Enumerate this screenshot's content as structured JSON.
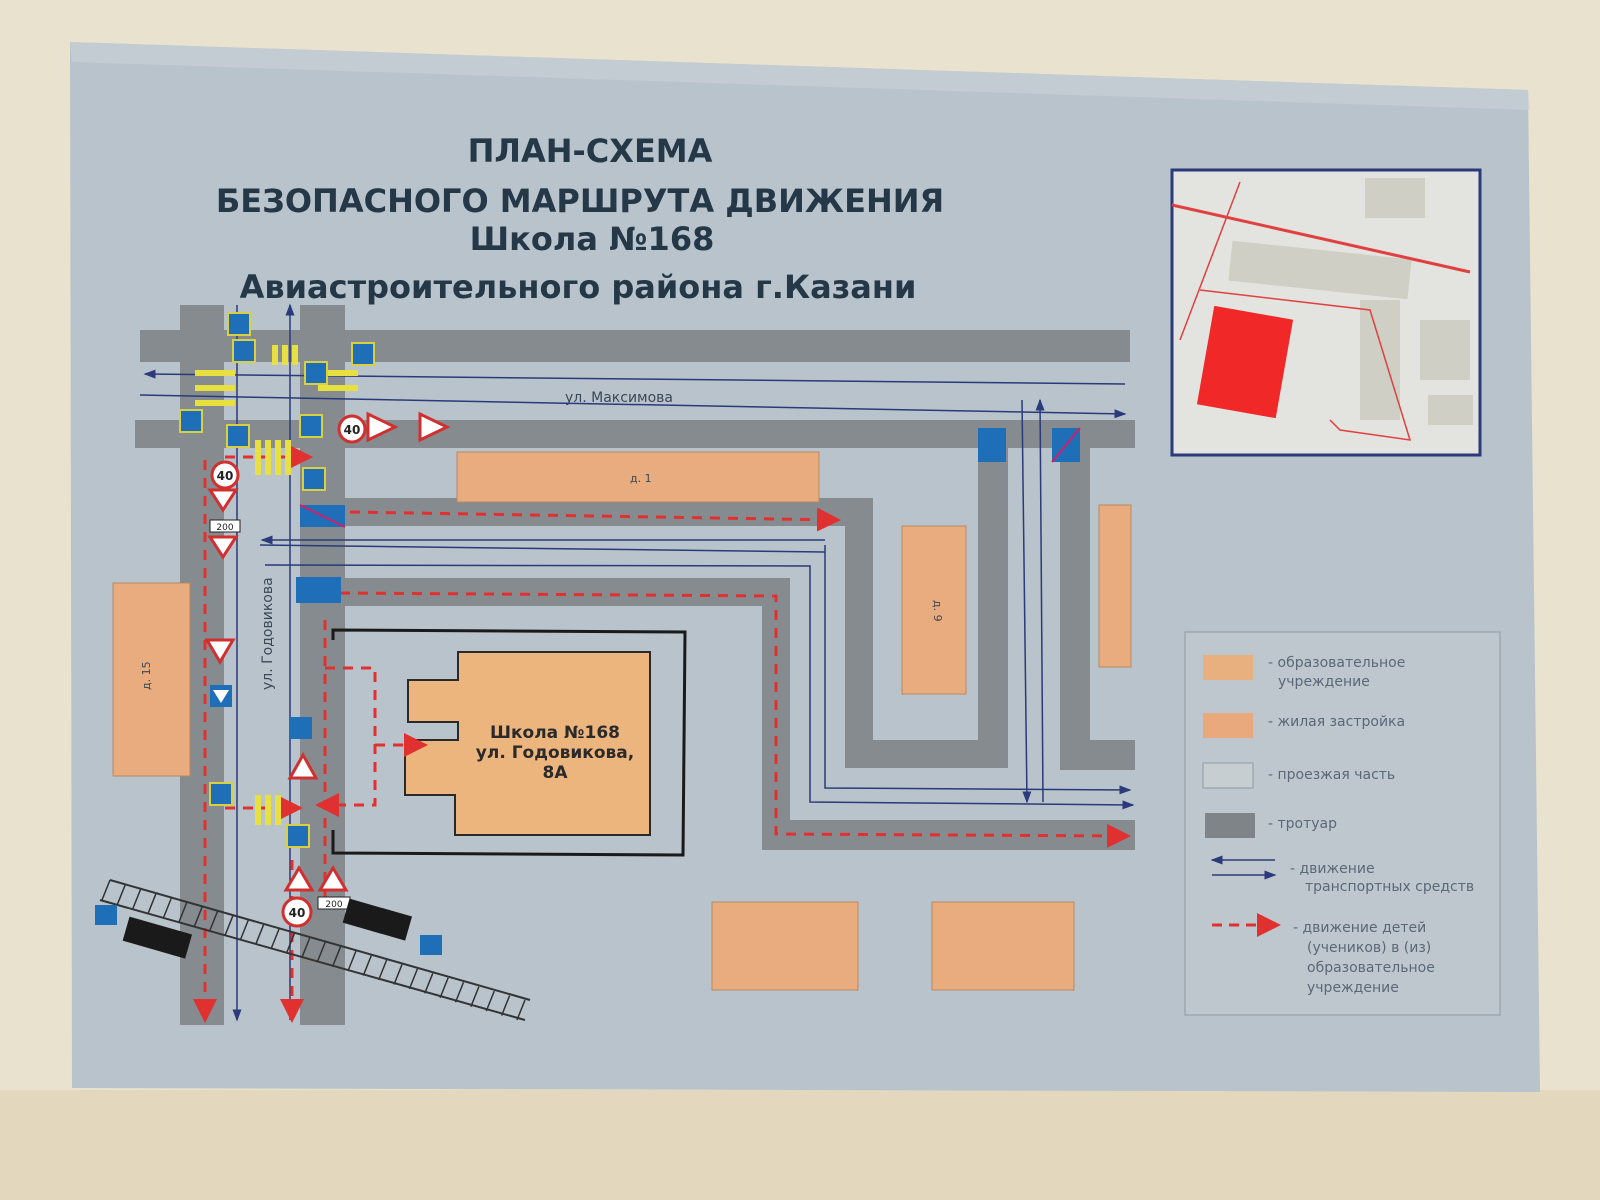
{
  "title": {
    "line1": "ПЛАН-СХЕМА",
    "line2": "БЕЗОПАСНОГО МАРШРУТА ДВИЖЕНИЯ",
    "line3": "Школа №168",
    "line4": "Авиастроительного района г.Казани"
  },
  "streets": {
    "maksimova": "ул. Максимова",
    "godovikova": "ул. Годовикова"
  },
  "buildings": {
    "d1": "д. 1",
    "d9": "д. 9",
    "d15": "д. 15",
    "school_line1": "Школа №168",
    "school_line2": "ул. Годовикова,",
    "school_line3": "8А"
  },
  "signs": {
    "speed_limit": "40",
    "distance": "200"
  },
  "legend": {
    "items": [
      {
        "label_1": "- образовательное",
        "label_2": "учреждение",
        "color": "#e9b07f"
      },
      {
        "label_1": "- жилая застройка",
        "color": "#e9a97c"
      },
      {
        "label_1": "- проезжая часть",
        "color": "#c6ced2"
      },
      {
        "label_1": "- тротуар",
        "color": "#7f8488"
      },
      {
        "label_1": "- движение",
        "label_2": "транспортных средств",
        "color": "#2a3a7a"
      },
      {
        "label_1": "- движение детей",
        "label_2": "(учеников) в (из)",
        "label_3": "образовательное",
        "label_4": "учреждение",
        "color": "#e03030"
      }
    ]
  },
  "colors": {
    "poster": "#b9c3cb",
    "sidewalk": "#868b8f",
    "road": "#c2cad0",
    "building": "#e9ac7e",
    "route": "#e03030",
    "traffic": "#2a3a7a",
    "target": "#f02828"
  }
}
